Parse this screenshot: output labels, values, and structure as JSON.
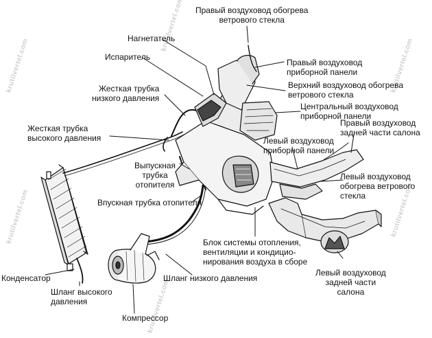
{
  "watermark": "krutilvertel.com",
  "labels": {
    "right_windshield_duct": [
      "Правый воздуховод обогрева",
      "ветрового стекла"
    ],
    "blower": [
      "Нагнетатель"
    ],
    "evaporator": [
      "Испаритель"
    ],
    "right_panel_duct": [
      "Правый воздуховод",
      "приборной панели"
    ],
    "upper_windshield_duct": [
      "Верхний воздуховод обогрева",
      "ветрового стекла"
    ],
    "low_pressure_pipe": [
      "Жесткая трубка",
      "низкого давления"
    ],
    "center_panel_duct": [
      "Центральный воздуховод",
      "приборной панели"
    ],
    "right_rear_duct": [
      "Правый воздуховод",
      "задней части салона"
    ],
    "high_pressure_pipe": [
      "Жесткая трубка",
      "высокого давления"
    ],
    "left_panel_duct": [
      "Левый воздуховод",
      "приборной панели"
    ],
    "heater_outlet_pipe": [
      "Выпускная",
      "трубка",
      "отопителя"
    ],
    "left_windshield_duct": [
      "Левый воздуховод",
      "обогрева ветрового",
      "стекла"
    ],
    "heater_inlet_pipe": [
      "Впускная трубка отопителя"
    ],
    "hvac_unit": [
      "Блок системы отопления,",
      "вентиляции и кондицио-",
      "нирования воздуха в сборе"
    ],
    "left_rear_duct": [
      "Левый воздуховод",
      "задней части",
      "салона"
    ],
    "condenser": [
      "Конденсатор"
    ],
    "low_pressure_hose": [
      "Шланг низкого давления"
    ],
    "high_pressure_hose": [
      "Шланг высокого",
      "давления"
    ],
    "compressor": [
      "Компрессор"
    ]
  }
}
